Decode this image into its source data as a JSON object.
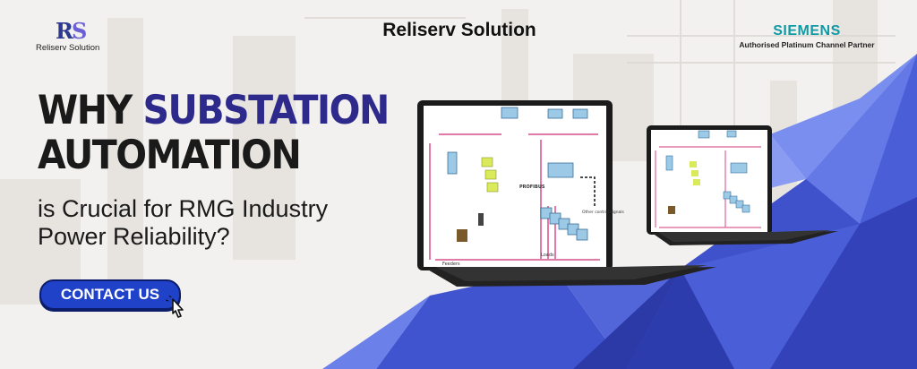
{
  "logo": {
    "mark_r": "R",
    "mark_s": "S",
    "name": "Reliserv Solution"
  },
  "header": {
    "title": "Reliserv Solution"
  },
  "partner": {
    "brand": "SIEMENS",
    "subtitle": "Authorised Platinum Channel Partner"
  },
  "headline": {
    "word_why": "WHY",
    "word_substation": "SUBSTATION",
    "word_automation": "AUTOMATION",
    "line3": "is Crucial for RMG Industry",
    "line4": "Power Reliability?"
  },
  "cta": {
    "label": "CONTACT US"
  },
  "diagram": {
    "profibus_label": "PROFIBUS",
    "feeders_label": "Feeders",
    "loads_label": "Loads",
    "other_control_label": "Other control signals"
  },
  "colors": {
    "headline_dark": "#1a1a1a",
    "headline_accent": "#2d2a8c",
    "button_blue": "#1f42c9",
    "siemens_teal": "#0f9aa5",
    "shape_blue": "#3b4fd1"
  },
  "icons": [
    "pointer-cursor-icon"
  ]
}
